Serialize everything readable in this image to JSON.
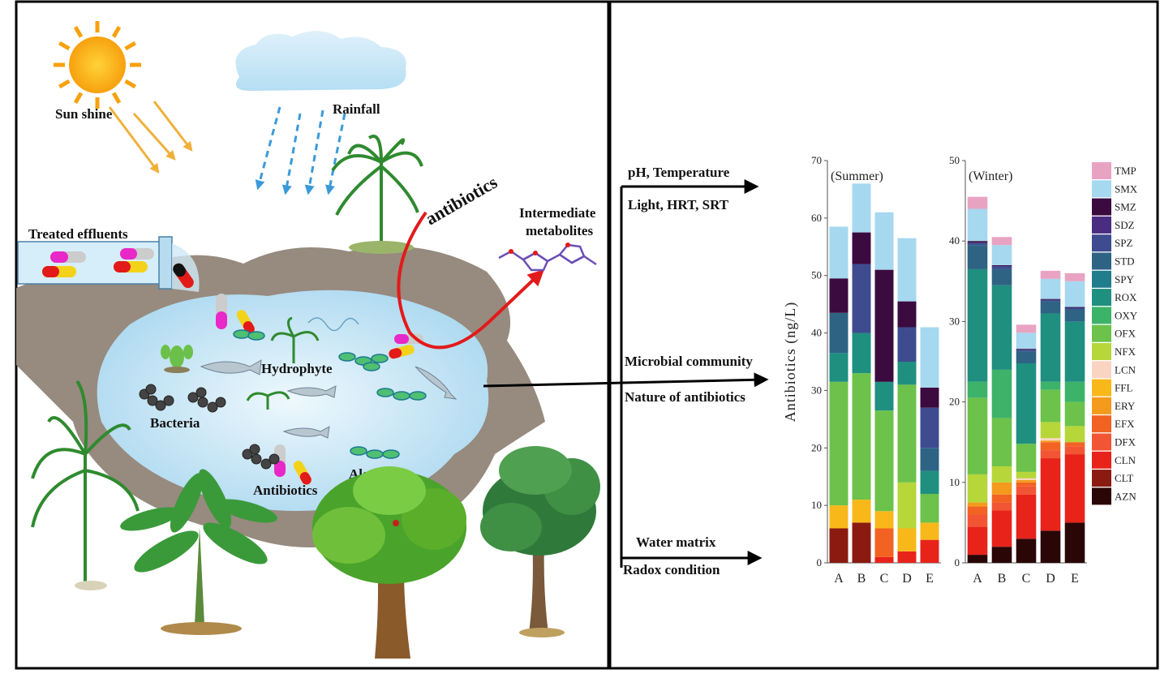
{
  "scene": {
    "sunshine": "Sun shine",
    "rainfall": "Rainfall",
    "treated_effluents": "Treated effluents",
    "antibiotics_arrow": "antibiotics",
    "intermediate_line1": "Intermediate",
    "intermediate_line2": "metabolites",
    "hydrophyte": "Hydrophyte",
    "bacteria": "Bacteria",
    "antibiotics": "Antibiotics",
    "algae": "Algae"
  },
  "factors": {
    "group1_line1": "pH, Temperature",
    "group1_line2": "Light, HRT, SRT",
    "group2_line1": "Microbial community",
    "group2_line2": "Nature of antibiotics",
    "group3_line1": "Water matrix",
    "group3_line2": "Radox condition"
  },
  "chart_data": [
    {
      "type": "bar",
      "stacked": true,
      "title": "(Summer)",
      "ylabel": "Antibiotics (ng/L)",
      "categories": [
        "A",
        "B",
        "C",
        "D",
        "E"
      ],
      "ylim": [
        0,
        70
      ],
      "yticks": [
        0,
        10,
        20,
        30,
        40,
        50,
        60,
        70
      ],
      "series": [
        {
          "name": "CLT",
          "color": "#8b1a10",
          "values": [
            6,
            7,
            0,
            0,
            0
          ]
        },
        {
          "name": "CLN",
          "color": "#e8231a",
          "values": [
            0,
            0,
            1,
            2,
            4
          ]
        },
        {
          "name": "EFX",
          "color": "#f26222",
          "values": [
            0,
            0,
            5,
            0,
            0
          ]
        },
        {
          "name": "FFL",
          "color": "#f9b81a",
          "values": [
            4,
            4,
            3,
            4,
            3
          ]
        },
        {
          "name": "NFX",
          "color": "#b6d63a",
          "values": [
            0,
            0,
            0,
            8,
            0
          ]
        },
        {
          "name": "OFX",
          "color": "#6cc24a",
          "values": [
            21.5,
            22,
            17.5,
            17,
            5
          ]
        },
        {
          "name": "ROX",
          "color": "#1f8f80",
          "values": [
            5,
            7,
            5,
            4,
            4
          ]
        },
        {
          "name": "STD",
          "color": "#2e6384",
          "values": [
            7,
            0,
            0,
            0,
            4
          ]
        },
        {
          "name": "SPZ",
          "color": "#3e4c8f",
          "values": [
            0,
            12,
            0,
            6,
            7
          ]
        },
        {
          "name": "SMZ",
          "color": "#3b0a3f",
          "values": [
            6,
            5.5,
            19.5,
            4.5,
            3.5
          ]
        },
        {
          "name": "SMX",
          "color": "#a6d8f0",
          "values": [
            9,
            8.5,
            10,
            11,
            10.5
          ]
        }
      ]
    },
    {
      "type": "bar",
      "stacked": true,
      "title": "(Winter)",
      "categories": [
        "A",
        "B",
        "C",
        "D",
        "E"
      ],
      "ylim": [
        0,
        50
      ],
      "yticks": [
        0,
        10,
        20,
        30,
        40,
        50
      ],
      "series": [
        {
          "name": "AZN",
          "color": "#2a0606",
          "values": [
            1,
            2,
            3,
            4,
            5
          ]
        },
        {
          "name": "CLN",
          "color": "#e8231a",
          "values": [
            3.5,
            4.5,
            5.5,
            9,
            8.5
          ]
        },
        {
          "name": "DFX",
          "color": "#f25533",
          "values": [
            1.5,
            1,
            1,
            1,
            1
          ]
        },
        {
          "name": "EFX",
          "color": "#f26222",
          "values": [
            1,
            1,
            0.5,
            1,
            0.5
          ]
        },
        {
          "name": "ERY",
          "color": "#f49a1c",
          "values": [
            0.5,
            1.5,
            0.3,
            0.2,
            0
          ]
        },
        {
          "name": "FFL",
          "color": "#f9b81a",
          "values": [
            0,
            0,
            0,
            0,
            0
          ]
        },
        {
          "name": "LCN",
          "color": "#f9d5c1",
          "values": [
            0,
            0,
            0.2,
            0.3,
            0
          ]
        },
        {
          "name": "NFX",
          "color": "#b6d63a",
          "values": [
            3.5,
            2,
            0.8,
            2,
            2
          ]
        },
        {
          "name": "OFX",
          "color": "#6cc24a",
          "values": [
            9.5,
            6,
            3.5,
            4,
            3
          ]
        },
        {
          "name": "OXY",
          "color": "#3db36a",
          "values": [
            2,
            6,
            0,
            1,
            2.5
          ]
        },
        {
          "name": "ROX",
          "color": "#1f8f80",
          "values": [
            14,
            10.5,
            10,
            8.5,
            7.5
          ]
        },
        {
          "name": "STD",
          "color": "#2e6384",
          "values": [
            3,
            2,
            1.5,
            1.5,
            1.5
          ]
        },
        {
          "name": "SPZ",
          "color": "#3e4c8f",
          "values": [
            0.3,
            0.4,
            0.2,
            0.2,
            0.2
          ]
        },
        {
          "name": "SMZ",
          "color": "#3b0a3f",
          "values": [
            0.2,
            0.1,
            0.1,
            0.1,
            0.1
          ]
        },
        {
          "name": "SMX",
          "color": "#a6d8f0",
          "values": [
            4,
            2.5,
            2,
            2.5,
            3.2
          ]
        },
        {
          "name": "TMP",
          "color": "#e9a3c2",
          "values": [
            1.5,
            1,
            1,
            1,
            1
          ]
        }
      ]
    }
  ],
  "legend": [
    {
      "name": "TMP",
      "color": "#e9a3c2"
    },
    {
      "name": "SMX",
      "color": "#a6d8f0"
    },
    {
      "name": "SMZ",
      "color": "#3b0a3f"
    },
    {
      "name": "SDZ",
      "color": "#4a2c80"
    },
    {
      "name": "SPZ",
      "color": "#3e4c8f"
    },
    {
      "name": "STD",
      "color": "#2e6384"
    },
    {
      "name": "SPY",
      "color": "#217d8c"
    },
    {
      "name": "ROX",
      "color": "#1f8f80"
    },
    {
      "name": "OXY",
      "color": "#3db36a"
    },
    {
      "name": "OFX",
      "color": "#6cc24a"
    },
    {
      "name": "NFX",
      "color": "#b6d63a"
    },
    {
      "name": "LCN",
      "color": "#f9d5c1"
    },
    {
      "name": "FFL",
      "color": "#f9b81a"
    },
    {
      "name": "ERY",
      "color": "#f49a1c"
    },
    {
      "name": "EFX",
      "color": "#f26222"
    },
    {
      "name": "DFX",
      "color": "#f25533"
    },
    {
      "name": "CLN",
      "color": "#e8231a"
    },
    {
      "name": "CLT",
      "color": "#8b1a10"
    },
    {
      "name": "AZN",
      "color": "#2a0606"
    }
  ]
}
